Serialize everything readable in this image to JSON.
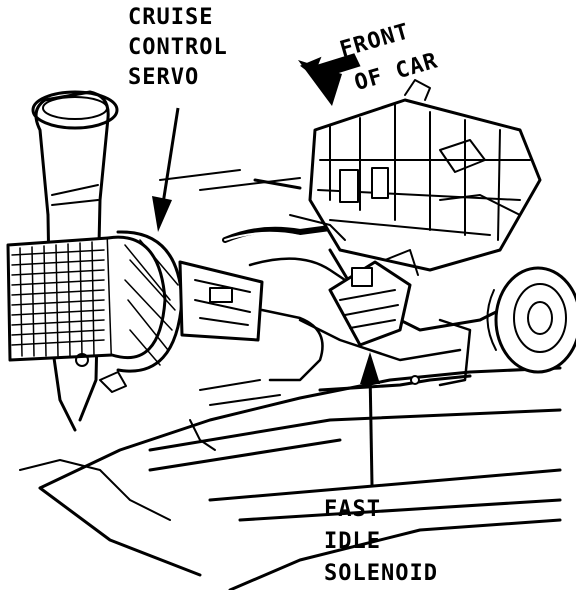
{
  "labels": {
    "servo": [
      "CRUISE",
      "CONTROL",
      "SERVO"
    ],
    "front": [
      "FRONT",
      "OF CAR"
    ],
    "solenoid": [
      "FAST",
      "IDLE",
      "SOLENOID"
    ]
  },
  "colors": {
    "ink": "#000000",
    "paper": "#ffffff"
  }
}
